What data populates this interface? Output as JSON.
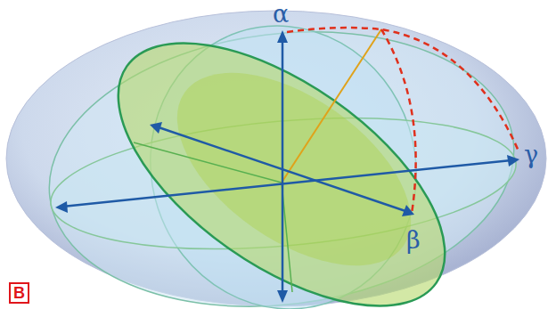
{
  "diagram": {
    "labels": [
      "α",
      "β",
      "γ",
      "B"
    ]
  }
}
